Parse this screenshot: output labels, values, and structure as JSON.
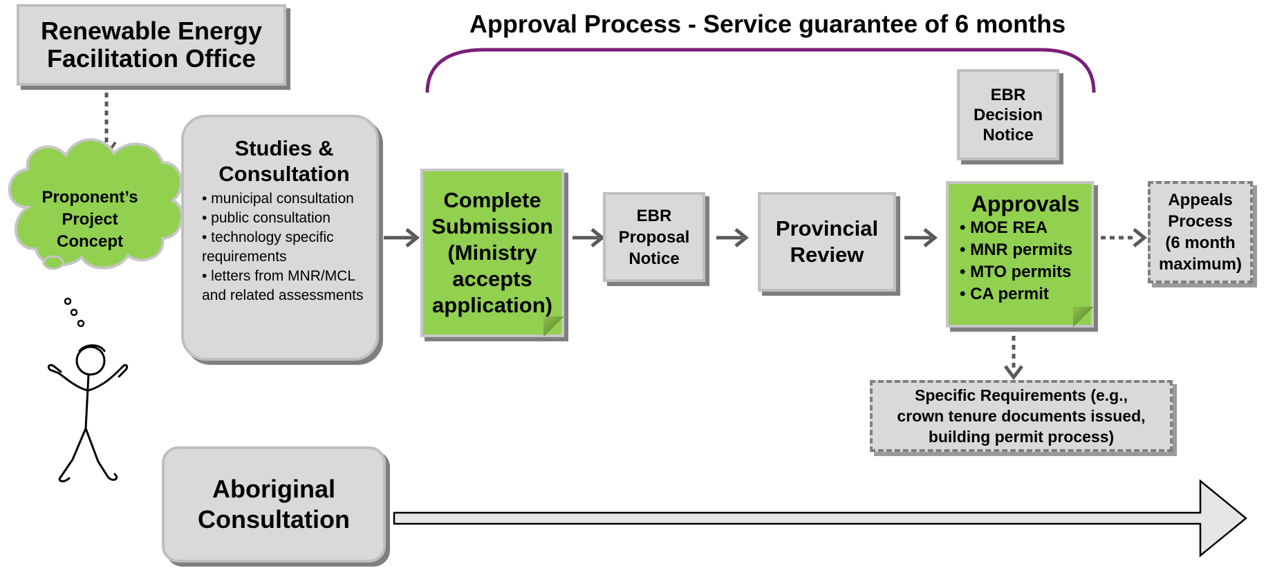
{
  "title": "Approval Process - Service guarantee of 6 months",
  "refo": {
    "line1": "Renewable Energy",
    "line2": "Facilitation Office"
  },
  "cloud": {
    "line1": "Proponent’s",
    "line2": "Project",
    "line3": "Concept"
  },
  "studies": {
    "heading1": "Studies &",
    "heading2": "Consultation",
    "items": [
      "•  municipal consultation",
      "• public consultation",
      "• technology specific requirements",
      "• letters from MNR/MCL and related assessments"
    ]
  },
  "complete_submission": {
    "line1": "Complete",
    "line2": "Submission",
    "line3": "(Ministry",
    "line4": "accepts",
    "line5": "application)"
  },
  "ebr_proposal": {
    "line1": "EBR",
    "line2": "Proposal",
    "line3": "Notice"
  },
  "provincial_review": {
    "line1": "Provincial",
    "line2": "Review"
  },
  "ebr_decision": {
    "line1": "EBR",
    "line2": "Decision",
    "line3": "Notice"
  },
  "approvals": {
    "heading": "Approvals",
    "items": [
      "• MOE REA",
      "• MNR permits",
      "• MTO permits",
      "• CA permit"
    ]
  },
  "appeals": {
    "line1": "Appeals",
    "line2": "Process",
    "line3": "(6 month",
    "line4": "maximum)"
  },
  "specific": {
    "line1": "Specific Requirements (e.g.,",
    "line2": "crown tenure documents issued,",
    "line3": "building permit process)"
  },
  "aboriginal": {
    "line1": "Aboriginal",
    "line2": "Consultation"
  },
  "colors": {
    "green": "#92d050",
    "grey_box": "#d9d9d9",
    "bracket": "#7b1e7a",
    "arrow": "#595959"
  }
}
